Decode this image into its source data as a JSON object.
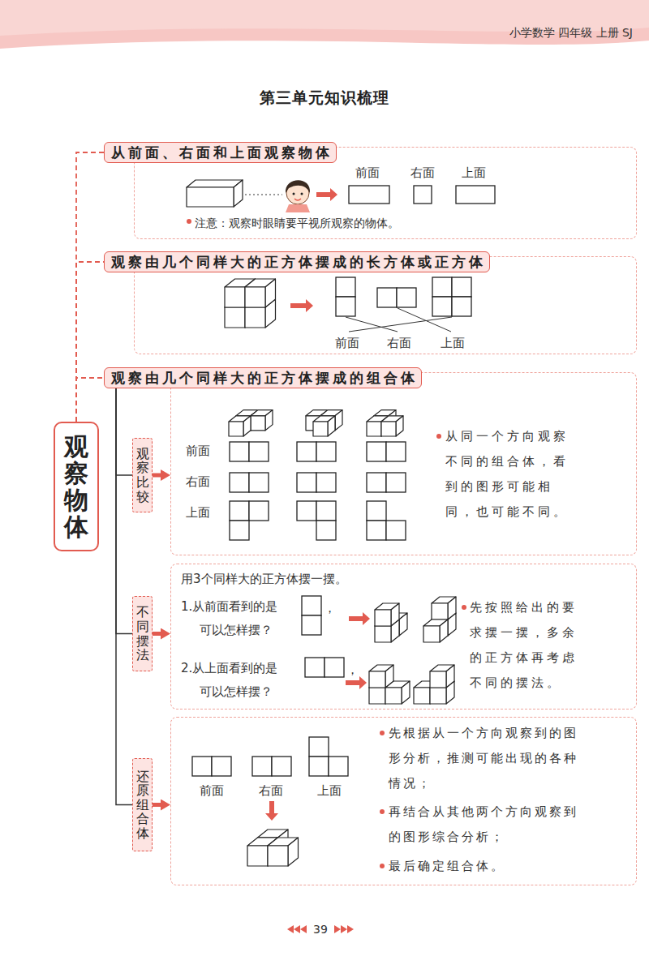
{
  "diagram": {
    "title": "第三单元知识梳理",
    "nodes": [
      {
        "text": [
          "观察物体"
        ]
      },
      {
        "text": [
          "从前面、右面和上面观察物体"
        ]
      },
      {
        "text": [
          "前面",
          "右面",
          "上面",
          "注意：观察时眼睛要平视所观察的物体。"
        ]
      },
      {
        "text": [
          "观察由几个同样大的正方体摆成的长方体或正方体"
        ]
      },
      {
        "text": [
          "前面",
          "右面",
          "上面"
        ]
      },
      {
        "text": [
          "观察由几个同样大的正方体摆成的组合体"
        ]
      },
      {
        "text": [
          "观察比较"
        ]
      },
      {
        "text": [
          "前面",
          "右面",
          "上面",
          "从同一个方向观察不同的组合体，看到的图形可能相同，也可能不同。"
        ]
      },
      {
        "text": [
          "不同摆法"
        ]
      },
      {
        "text": [
          "用3个同样大的正方体摆一摆。",
          "1.从前面看到的是",
          "，",
          "可以怎样摆？",
          "2.从上面看到的是",
          "，",
          "可以怎样摆？",
          "先按照给出的要求摆一摆，多余的正方体再考虑不同的摆法。"
        ]
      },
      {
        "text": [
          "还原组合体"
        ]
      },
      {
        "text": [
          "前面",
          "右面",
          "上面",
          "先根据从一个方向观察到的图形分析，推测可能出现的各种情况；",
          "再结合从其他两个方向观察到的图形综合分析；",
          "最后确定组合体。"
        ]
      }
    ],
    "edges": [
      {
        "from": 0,
        "to": 1,
        "arrow": "none"
      },
      {
        "from": 0,
        "to": 3,
        "arrow": "none"
      },
      {
        "from": 0,
        "to": 5,
        "arrow": "none"
      },
      {
        "from": 5,
        "to": 6,
        "arrow": "none"
      },
      {
        "from": 5,
        "to": 8,
        "arrow": "none"
      },
      {
        "from": 5,
        "to": 10,
        "arrow": "none"
      },
      {
        "from": 6,
        "to": 7,
        "arrow": "to"
      },
      {
        "from": 8,
        "to": 9,
        "arrow": "to"
      },
      {
        "from": 10,
        "to": 11,
        "arrow": "to"
      }
    ],
    "labels": [
      "小学数学 四年级 上册 SJ",
      "39"
    ]
  }
}
